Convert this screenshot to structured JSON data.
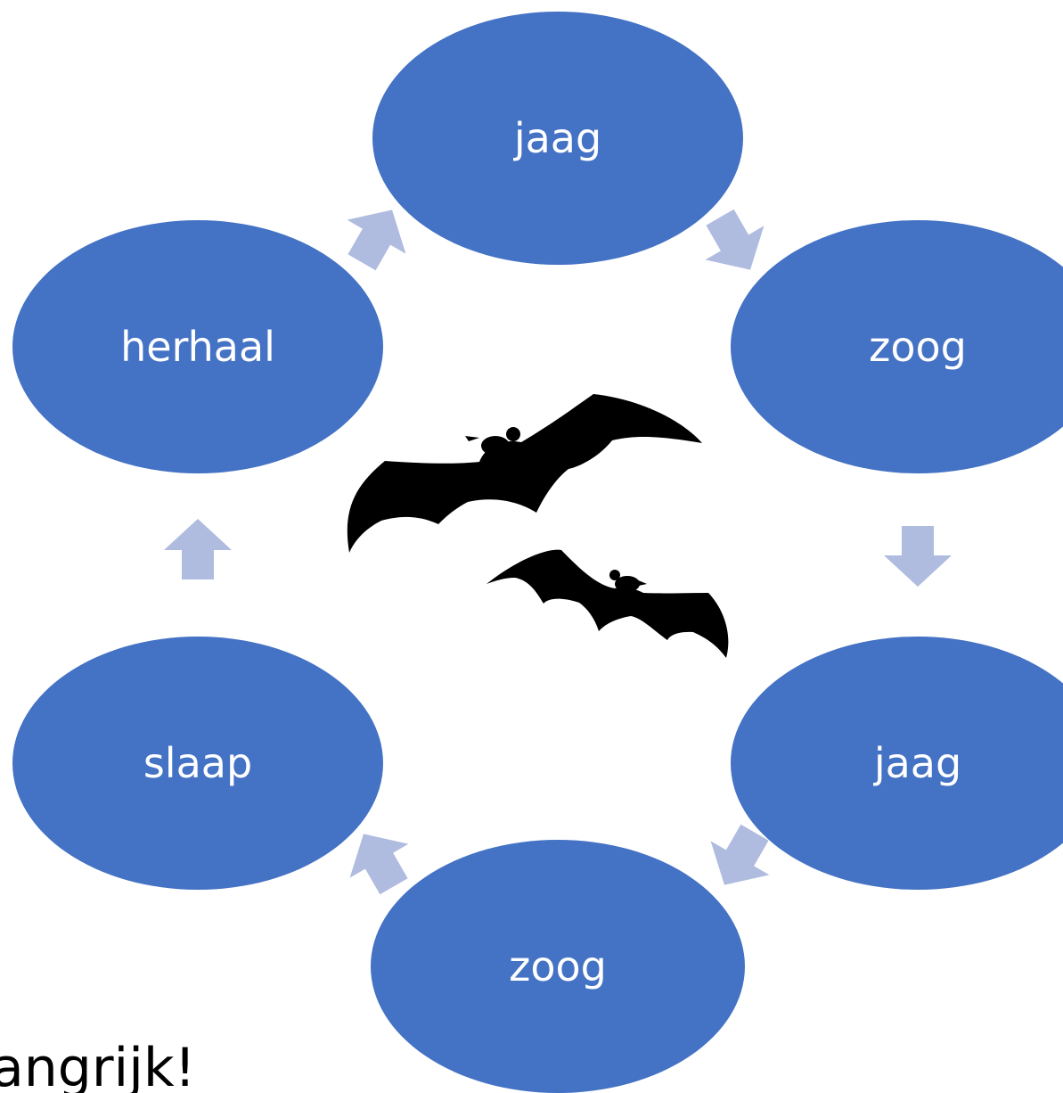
{
  "colors": {
    "node_fill": "#4472C4",
    "arrow_fill": "#AFBCDF",
    "bat_fill": "#000000",
    "background": "#FFFFFF"
  },
  "nodes": [
    {
      "label": "jaag"
    },
    {
      "label": "zoog"
    },
    {
      "label": "jaag"
    },
    {
      "label": "zoog"
    },
    {
      "label": "slaap"
    },
    {
      "label": "herhaal"
    }
  ],
  "cycle_order": [
    "jaag",
    "zoog",
    "jaag",
    "zoog",
    "slaap",
    "herhaal"
  ],
  "arrows_between_nodes": 6,
  "icons": [
    "bat-icon",
    "bat-icon"
  ],
  "bottom_text": "angrijk!"
}
